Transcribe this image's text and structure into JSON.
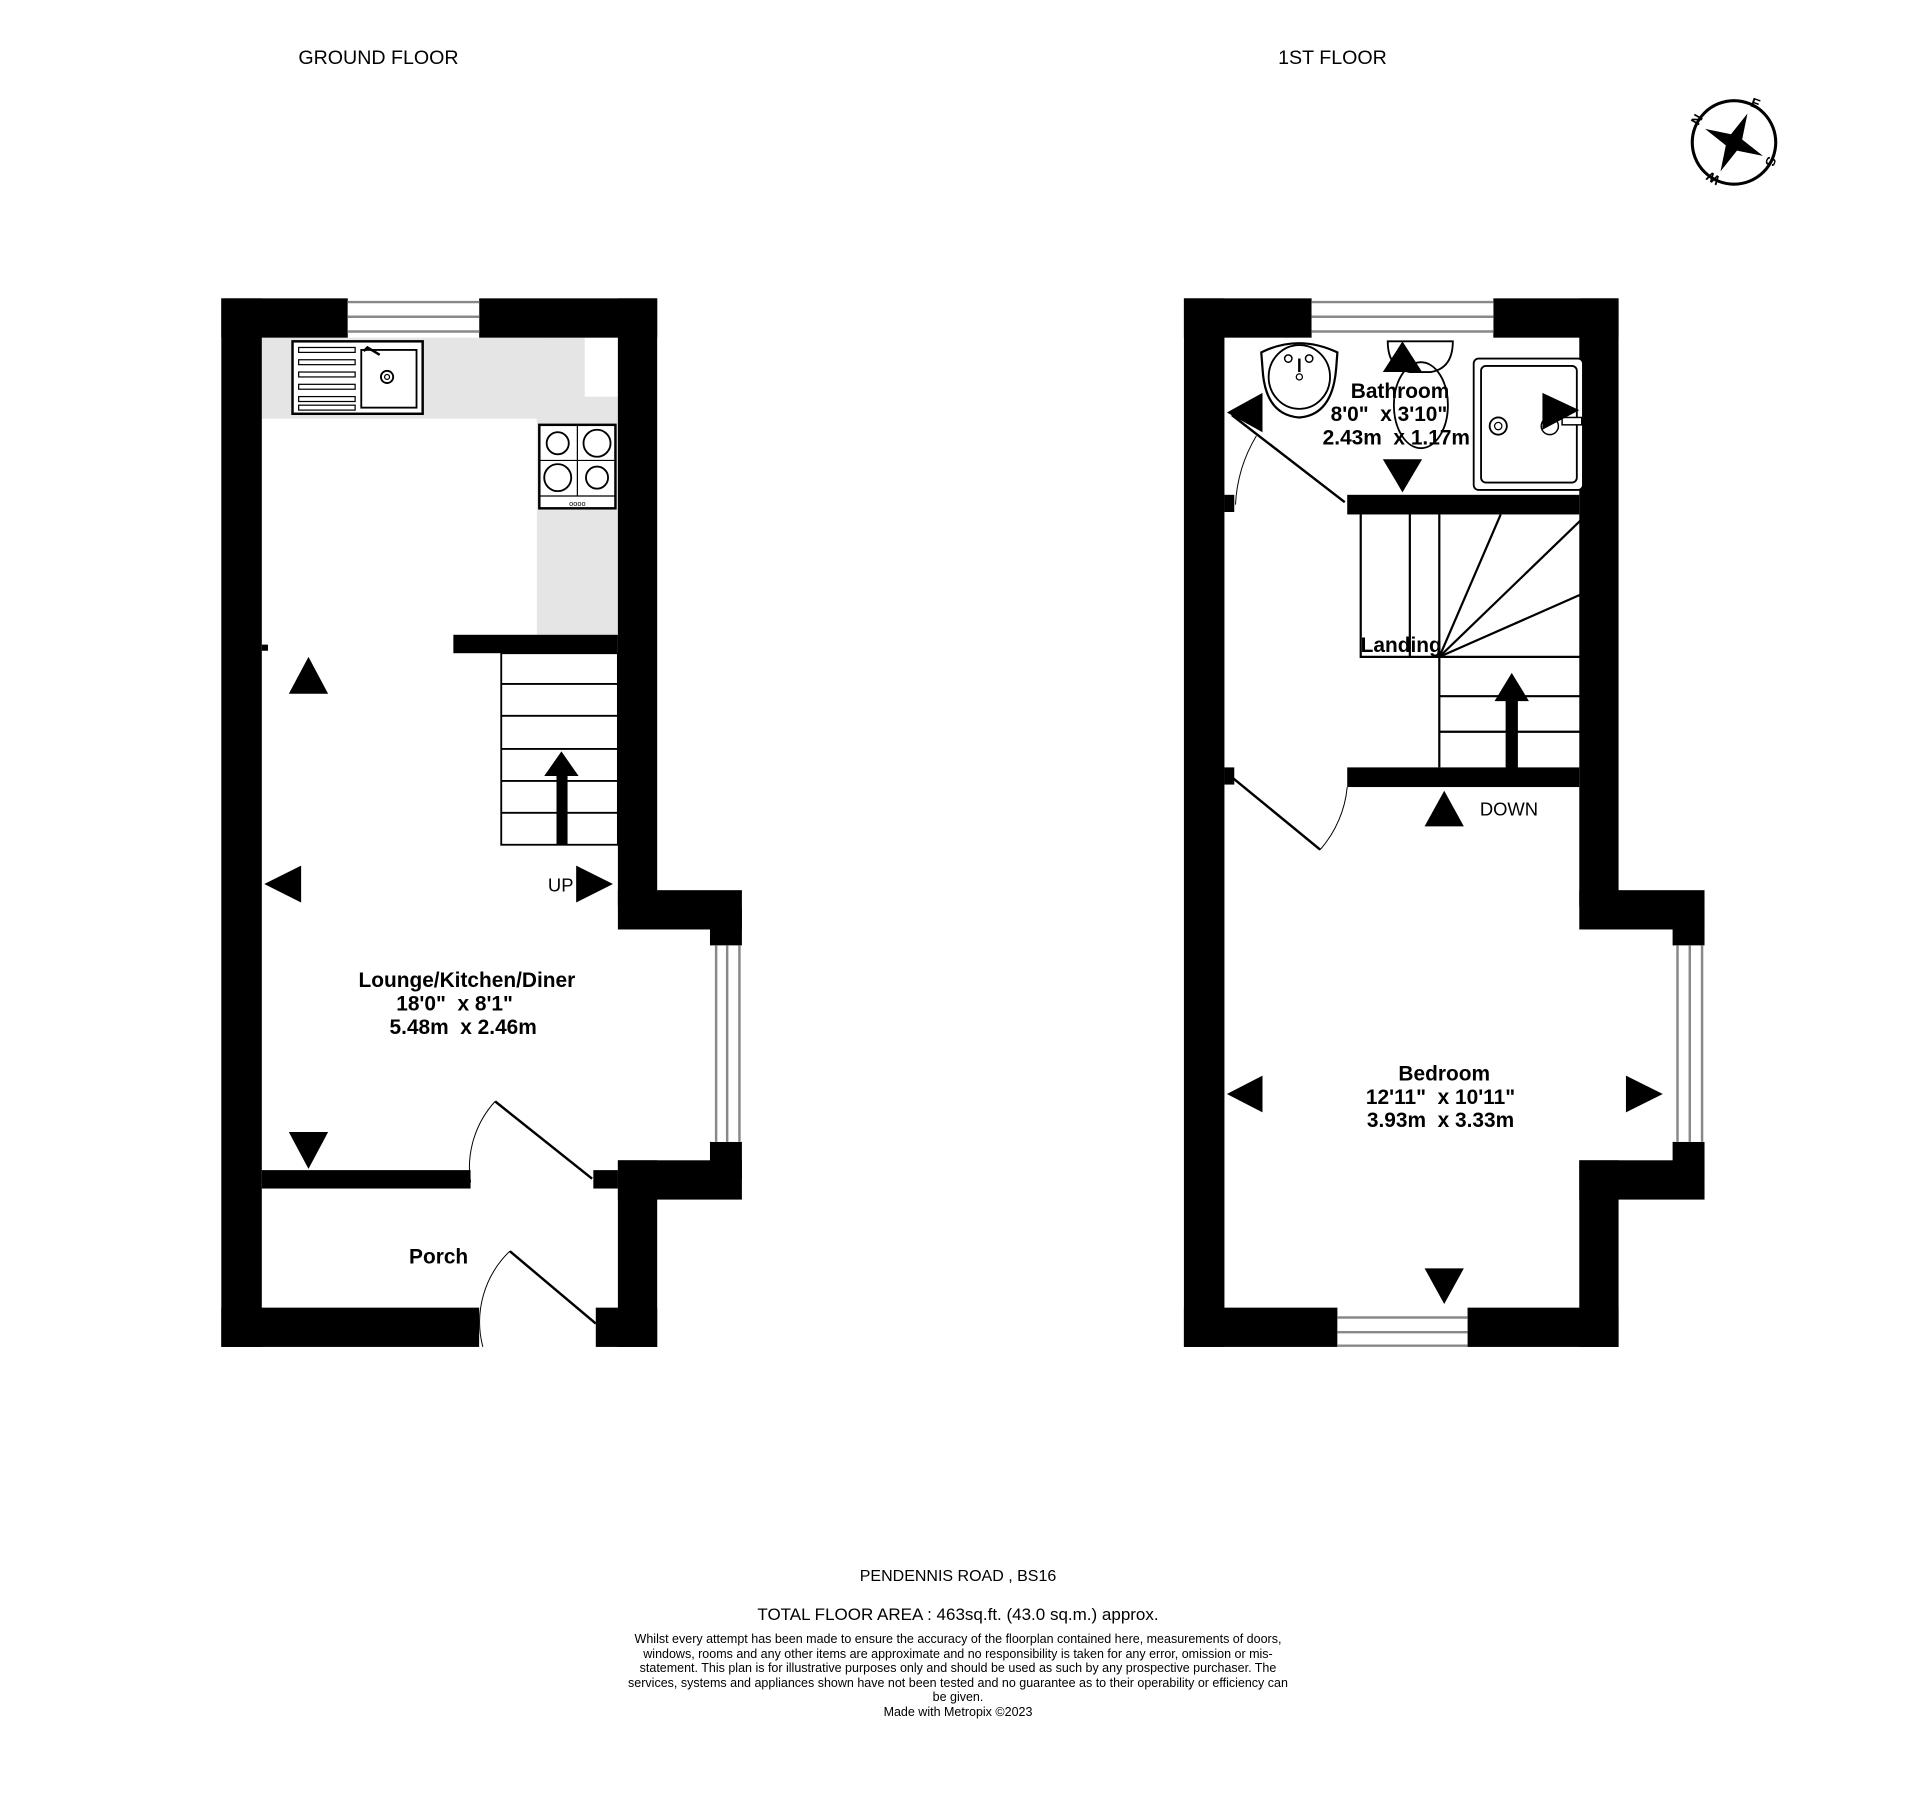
{
  "floors": [
    {
      "title": "GROUND FLOOR",
      "rooms": [
        {
          "name": "Lounge/Kitchen/Diner",
          "dim_imperial": "18'0\"  x 8'1\"",
          "dim_metric": "5.48m  x 2.46m"
        },
        {
          "name": "Porch"
        }
      ],
      "stair_label": "UP"
    },
    {
      "title": "1ST FLOOR",
      "rooms": [
        {
          "name": "Bathroom",
          "dim_imperial": "8'0\"  x 3'10\"",
          "dim_metric": "2.43m  x 1.17m"
        },
        {
          "name": "Landing"
        },
        {
          "name": "Bedroom",
          "dim_imperial": "12'11\"  x 10'11\"",
          "dim_metric": "3.93m  x 3.33m"
        }
      ],
      "stair_label": "DOWN"
    }
  ],
  "compass": {
    "labels": [
      "N",
      "E",
      "S",
      "W"
    ],
    "icon": "compass-rose-icon"
  },
  "footer": {
    "address": "PENDENNIS ROAD , BS16",
    "total_area": "TOTAL FLOOR AREA : 463sq.ft. (43.0 sq.m.) approx.",
    "disclaimer": "Whilst every attempt has been made to ensure the accuracy of the floorplan contained here, measurements of doors, windows, rooms and any other items are approximate and no responsibility is taken for any error, omission or mis-statement. This plan is for illustrative purposes only and should be used as such by any prospective purchaser. The services, systems and appliances shown have not been tested and no guarantee as to their operability or efficiency can be given.",
    "credit": "Made with Metropix ©2023"
  },
  "colors": {
    "wall": "#000000",
    "worktop": "#e5e5e5",
    "background": "#ffffff",
    "window": "#888888"
  }
}
